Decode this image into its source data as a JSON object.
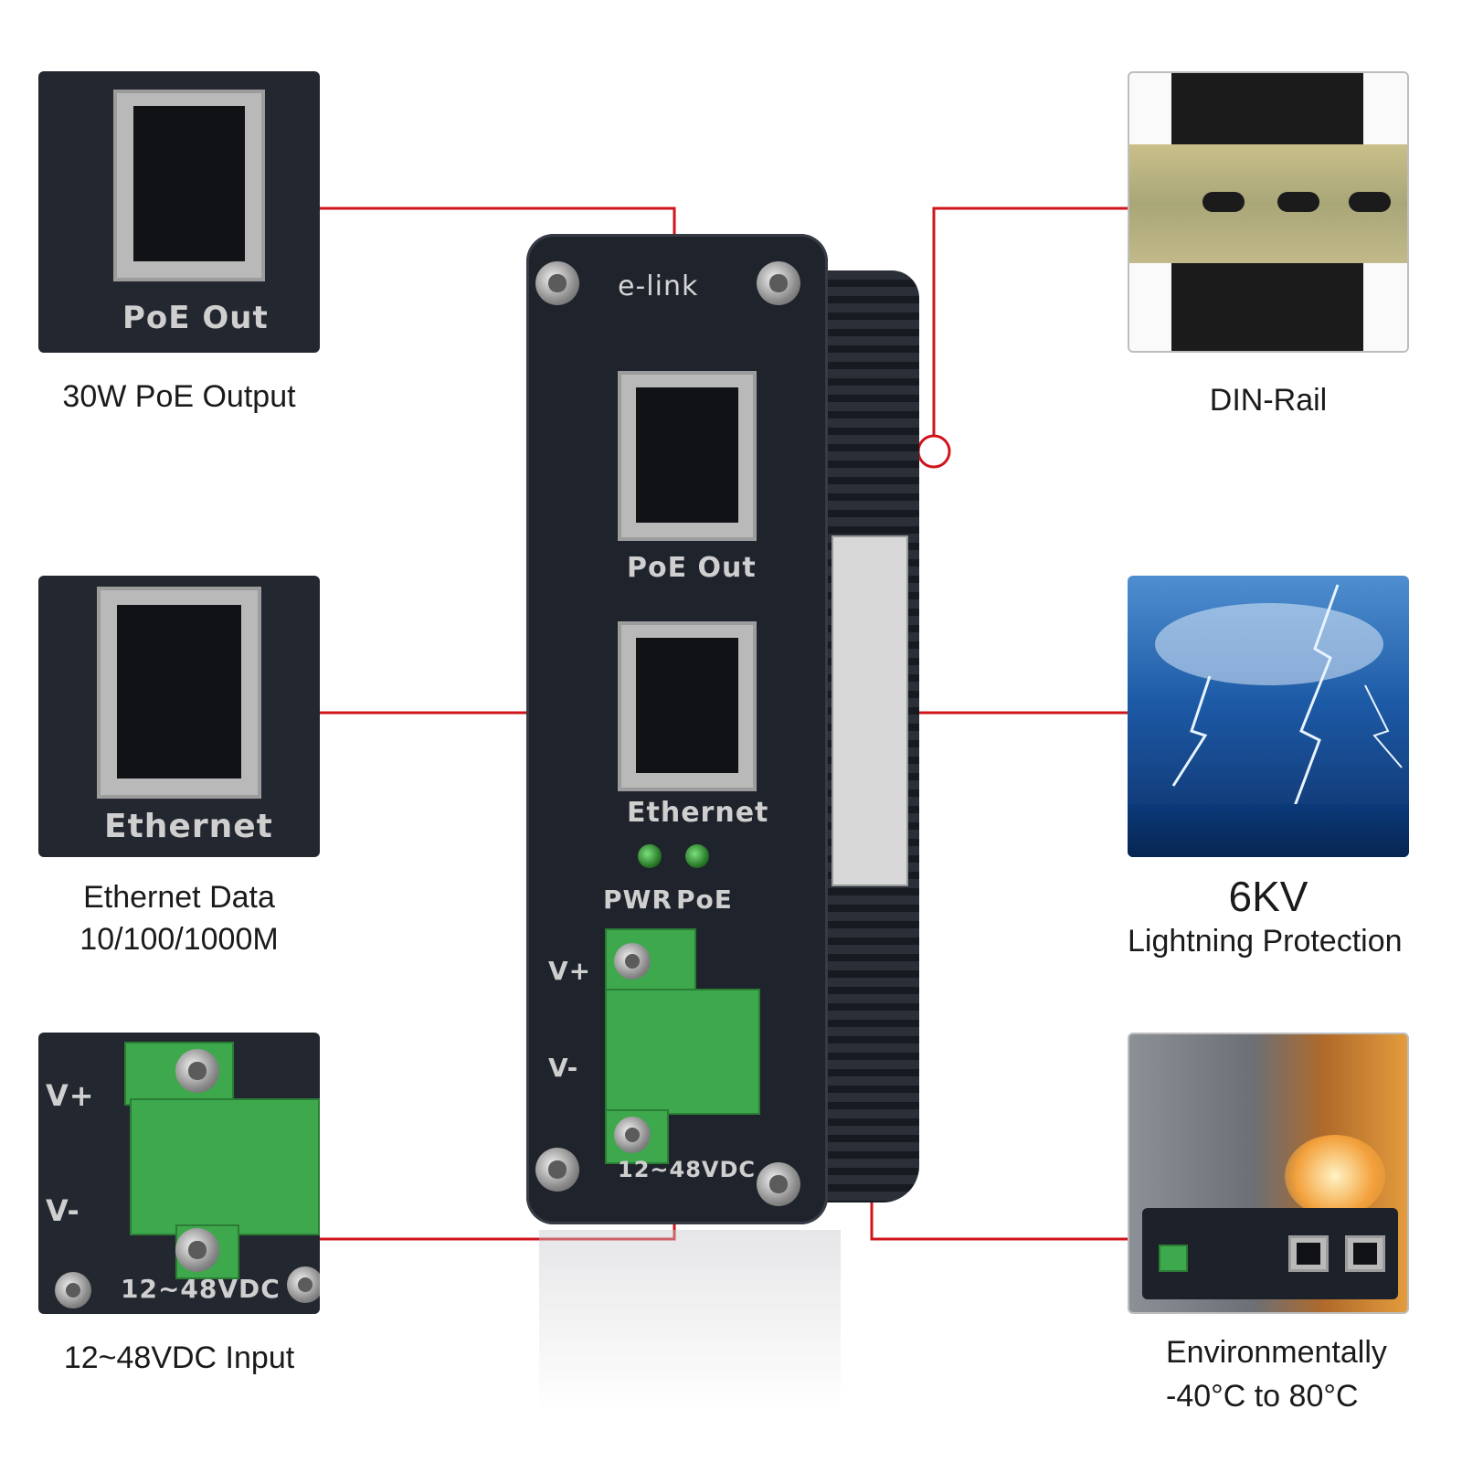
{
  "features": {
    "poe_output": {
      "panel_label": "PoE Out",
      "caption": "30W PoE Output"
    },
    "ethernet": {
      "panel_label": "Ethernet",
      "caption_line1": "Ethernet Data",
      "caption_line2": "10/100/1000M"
    },
    "power_input": {
      "panel_label_vplus": "V+",
      "panel_label_vminus": "V-",
      "panel_label_voltage": "12~48VDC",
      "caption": "12~48VDC Input"
    },
    "din_rail": {
      "caption": "DIN-Rail"
    },
    "lightning": {
      "caption_big": "6KV",
      "caption": "Lightning Protection"
    },
    "environment": {
      "caption_line1": "Environmentally",
      "caption_line2": "-40°C to 80°C"
    }
  },
  "device": {
    "brand": "e-link",
    "port1_label": "PoE Out",
    "port2_label": "Ethernet",
    "led1_label": "PWR",
    "led2_label": "PoE",
    "vplus_label": "V+",
    "vminus_label": "V-",
    "voltage_label": "12~48VDC"
  },
  "colors": {
    "callout_line": "#d0141c",
    "device_body": "#1f232b"
  }
}
